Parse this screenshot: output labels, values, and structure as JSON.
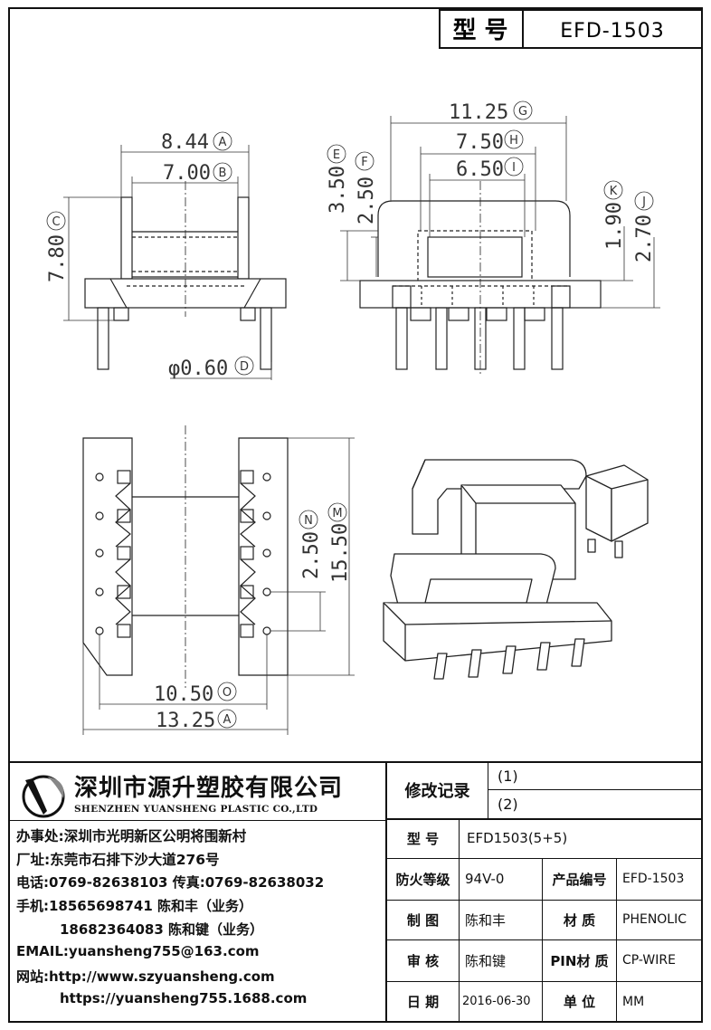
{
  "title_block": {
    "model_label": "型 号",
    "model_value": "EFD-1503"
  },
  "dimensions": {
    "front_overall_width": "8.44",
    "front_overall_width_tag": "A",
    "front_inner_width": "7.00",
    "front_inner_width_tag": "B",
    "front_height": "7.80",
    "front_height_tag": "C",
    "pin_diameter": "φ0.60",
    "pin_diameter_tag": "D",
    "side_height_e": "3.50",
    "side_height_e_tag": "E",
    "side_height_f": "2.50",
    "side_height_f_tag": "F",
    "side_overall_width": "11.25",
    "side_overall_width_tag": "G",
    "side_mid_width": "7.50",
    "side_mid_width_tag": "H",
    "side_inner_width": "6.50",
    "side_inner_width_tag": "I",
    "side_height_j": "2.70",
    "side_height_j_tag": "J",
    "side_height_k": "1.90",
    "side_height_k_tag": "K",
    "top_overall_length": "15.50",
    "top_overall_length_tag": "M",
    "pin_pitch": "2.50",
    "pin_pitch_tag": "N",
    "top_pin_span": "10.50",
    "top_pin_span_tag": "O",
    "top_overall_width": "13.25",
    "top_overall_width_tag": "A"
  },
  "company": {
    "name_cn": "深圳市源升塑胶有限公司",
    "name_en": "SHENZHEN YUANSHENG PLASTIC CO.,LTD",
    "office": "办事处:深圳市光明新区公明将围新村",
    "factory": "厂址:东莞市石排下沙大道276号",
    "phone_fax": "电话:0769-82638103 传真:0769-82638032",
    "mobile1": "手机:18565698741 陈和丰（业务）",
    "mobile2": "18682364083 陈和键（业务）",
    "email": "EMAIL:yuansheng755@163.com",
    "website1": "网站:http://www.szyuansheng.com",
    "website2": "https://yuansheng755.1688.com"
  },
  "spec_table": {
    "revision_label": "修改记录",
    "revision_1": "(1)",
    "revision_2": "(2)",
    "model_label": "型 号",
    "model_value": "EFD1503(5+5)",
    "fire_label": "防火等级",
    "fire_value": "94V-0",
    "product_no_label": "产品编号",
    "product_no_value": "EFD-1503",
    "drawn_label": "制 图",
    "drawn_value": "陈和丰",
    "material_label": "材 质",
    "material_value": "PHENOLIC",
    "check_label": "审 核",
    "check_value": "陈和键",
    "pin_material_label": "PIN材 质",
    "pin_material_value": "CP-WIRE",
    "date_label": "日 期",
    "date_value": "2016-06-30",
    "unit_label": "单 位",
    "unit_value": "MM"
  }
}
